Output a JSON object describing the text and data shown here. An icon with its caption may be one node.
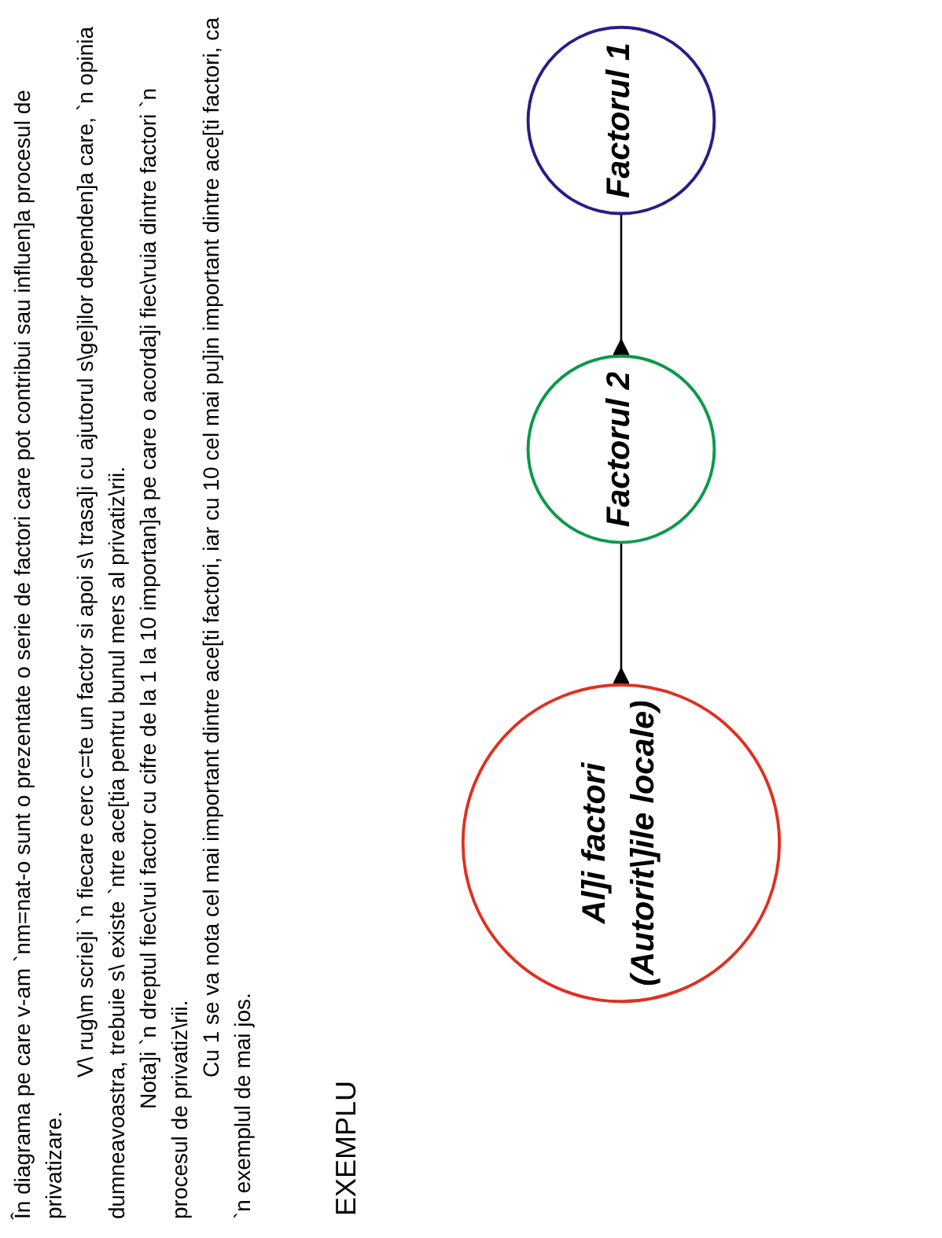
{
  "diagram": {
    "nodes": [
      {
        "text": [
          "Factorul  1"
        ]
      },
      {
        "text": [
          "Factorul 2"
        ]
      },
      {
        "text": [
          "Al]i factori",
          "(Autorit\\]ile locale)"
        ]
      }
    ],
    "edges": [
      {
        "from": 0,
        "to": 1,
        "arrow": "to"
      },
      {
        "from": 1,
        "to": 2,
        "arrow": "to"
      }
    ],
    "labels": [
      "În diagrama pe care v-am `nm=nat-o sunt o prezentate o serie de factori care pot contribui sau influen]a procesul de privatizare.",
      "V\\ rug\\m scrie]i `n fiecare cerc c=te un factor si apoi s\\ trasa]i cu ajutorul s\\ge]ilor dependen]a care, `n opinia dumneavoastra, trebuie s\\ existe `ntre ace[tia pentru bunul mers al privatiz\\rii.",
      "Nota]i `n dreptul fiec\\rui factor cu cifre de la 1 la 10 importan]a pe care o acorda]i fiec\\ruia dintre factori `n procesul de privatiz\\rii.",
      "Cu 1 se va nota cel mai important dintre ace[ti factori, iar cu 10 cel mai pu]in important dintre ace[ti factori, ca `n exemplul de mai jos.",
      "EXEMPLU"
    ]
  }
}
